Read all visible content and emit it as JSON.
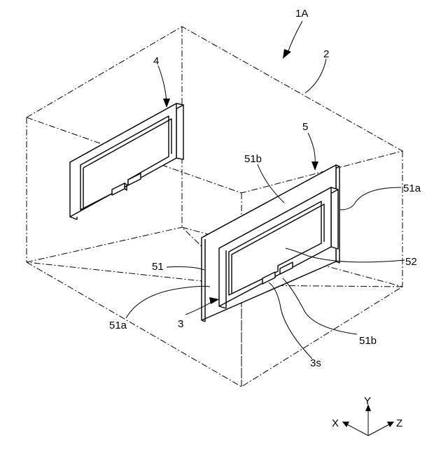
{
  "figure": {
    "labels": {
      "assembly": "1A",
      "housing": "2",
      "coil_3": "3",
      "coil_4": "4",
      "sheet_5": "5",
      "layer_51": "51",
      "layer_51b_top": "51b",
      "layer_51a_right": "51a",
      "opening_52": "52",
      "layer_51a_left": "51a",
      "layer_51b_bottom": "51b",
      "slit_3s": "3s"
    },
    "axes": {
      "x": "X",
      "y": "Y",
      "z": "Z"
    }
  }
}
